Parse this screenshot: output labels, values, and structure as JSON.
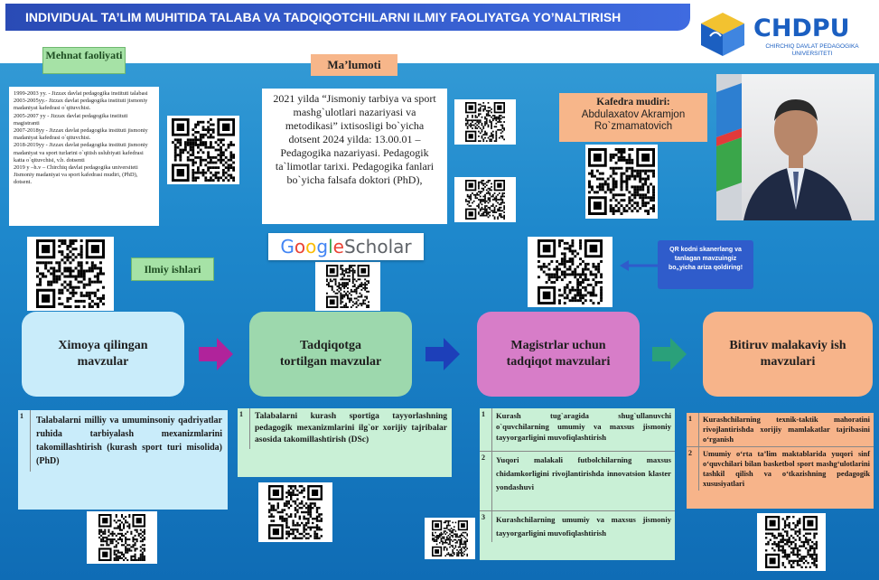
{
  "header": {
    "title": "INDIVIDUAL TA’LIM MUHITIDA TALABA VA TADQIQOTCHILARNI ILMIY FAOLIYATGA YO’NALTIRISH"
  },
  "logo": {
    "name": "CHDPU",
    "subtitle": "CHIRCHIQ DAVLAT PEDAGOGIKA UNIVERSITETI",
    "colors": {
      "primary": "#1b5fc1",
      "accent": "#f2c230"
    }
  },
  "tags": {
    "mehnat": "Mehnat faoliyati",
    "malumot": "Ma’lumoti",
    "ilmiy": "Ilmiy ishlari"
  },
  "mehnat_list": [
    "1999-2003 yy. - Jizzax davlat pedagogika instituti talabasi",
    "2003-2005yy.- Jizzax davlat pedagogika instituti jismoniy madaniyat kafedrasi o`qituvchisi.",
    "2005-2007 yy - Jizzax davlat pedagogika instituti magistranti",
    "2007-2018yy - Jizzax davlat pedagogika instituti jismoniy madaniyat kafedrasi o`qituvchisi.",
    "2018-2019yy - Jizzax davlat pedagogika instituti jismoniy madaniyat va sport turlarini o`qitish uslubiyati kafedrasi katta o`qituvchisi, v.b. dotsenti",
    "2019 y –h.v – Chirchiq davlat pedagogika universiteti Jismoniy madaniyat va sport kafedrasi mudiri, (PhD), dotsent."
  ],
  "malumot_text": "2021 yilda “Jismoniy tarbiya va sport mashg`ulotlari nazariyasi va metodikasi” ixtisosligi bo`yicha dotsent 2024 yilda: 13.00.01 – Pedagogika nazariyasi. Pedagogik ta`limotlar tarixi. Pedagogika fanlari bo`yicha falsafa doktori (PhD),",
  "kafedra": {
    "title": "Kafedra mudiri:",
    "name": "Abdulaxatov Akramjon Ro`zmamatovich"
  },
  "google_scholar": {
    "g1": "G",
    "g2": "o",
    "g3": "o",
    "g4": "g",
    "g5": "l",
    "g6": "e",
    "scholar": " Scholar",
    "colors": [
      "#4285f4",
      "#ea4335",
      "#fbbc05",
      "#4285f4",
      "#34a853",
      "#ea4335"
    ]
  },
  "callout": "QR kodni skanerlang va tanlagan mavzuingiz bo„yicha ariza qoldiring!",
  "boxes": [
    {
      "label": "Ximoya qilingan mavzular",
      "color": "#c9ecfa"
    },
    {
      "label": "Tadqiqotga tortilgan mavzular",
      "color": "#9dd8ad"
    },
    {
      "label": "Magistrlar uchun tadqiqot mavzulari",
      "color": "#d77dc8"
    },
    {
      "label": "Bitiruv malakaviy ish mavzulari",
      "color": "#f7b48a"
    }
  ],
  "arrow_colors": [
    "#b0239b",
    "#1d3fb9",
    "#2aa07a"
  ],
  "table1": {
    "rows": [
      {
        "num": "1",
        "text": "Talabalarni milliy va umuminsoniy qadriyatlar ruhida tarbiyalash mexanizmlarini takomillashtirish (kurash sport turi misolida) (PhD)"
      }
    ]
  },
  "table2": {
    "rows": [
      {
        "num": "1",
        "text": "Talabalarni kurash sportiga tayyorlashning pedagogik mexanizmlarini ilg`or xorijiy tajribalar asosida takomillashtirish (DSc)"
      }
    ]
  },
  "table3": {
    "rows": [
      {
        "num": "1",
        "text": "Kurash tug`aragida shug`ullanuvchi o`quvchilarning umumiy va maxsus jismoniy tayyorgarligini muvofiqlashtirish"
      },
      {
        "num": "2",
        "text": "Yuqori malakali futbolchilarning maxsus chidamkorligini rivojlantirishda innovatsion klaster yondashuvi"
      },
      {
        "num": "3",
        "text": "Kurashchilarning umumiy va maxsus jismoniy tayyorgarligini muvofiqlashtirish"
      }
    ]
  },
  "table4": {
    "rows": [
      {
        "num": "1",
        "text": "Kurashchilarning texnik-taktik mahoratini rivojlantirishda xorijiy mamlakatlar tajribasini o‘rganish"
      },
      {
        "num": "2",
        "text": "Umumiy o‘rta ta’lim maktablarida yuqori sinf o‘quvchilari bilan basketbol sport mashg‘ulotlarini tashkil qilish va o‘tkazishning pedagogik xususiyatlari"
      }
    ]
  }
}
